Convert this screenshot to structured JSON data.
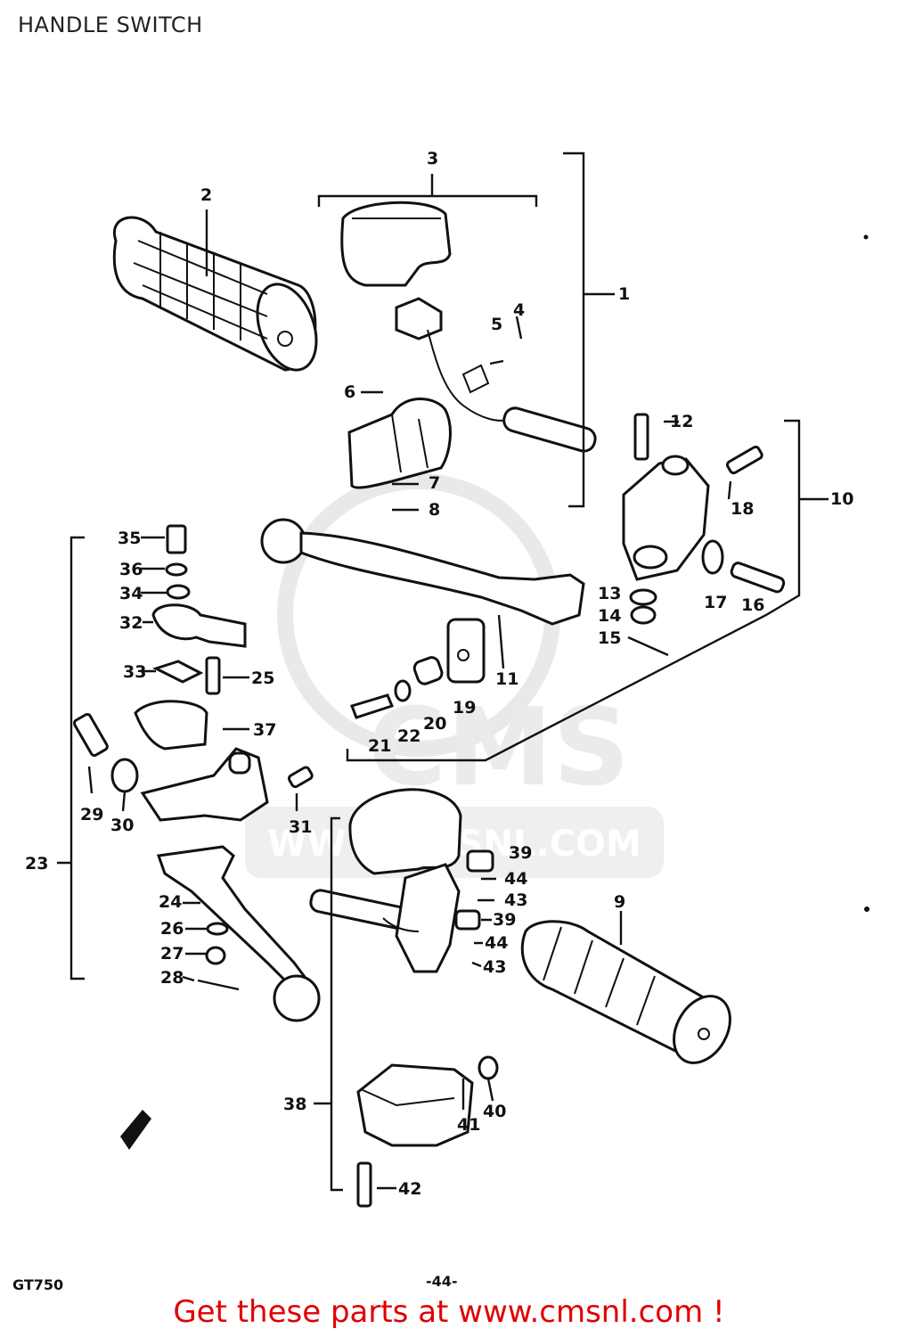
{
  "page": {
    "title": "HANDLE SWITCH",
    "model_code": "GT750",
    "page_number": "-44-",
    "cta_text": "Get these parts at www.cmsnl.com !"
  },
  "watermark": {
    "text": "CMS",
    "url_text": "WWW.CMSNL.COM"
  },
  "callouts": {
    "c1": "1",
    "c2": "2",
    "c3": "3",
    "c4": "4",
    "c5": "5",
    "c6": "6",
    "c7": "7",
    "c8": "8",
    "c9": "9",
    "c10": "10",
    "c11": "11",
    "c12": "12",
    "c13": "13",
    "c14": "14",
    "c15": "15",
    "c16": "16",
    "c17": "17",
    "c18": "18",
    "c19": "19",
    "c20": "20",
    "c21": "21",
    "c22": "22",
    "c23": "23",
    "c24": "24",
    "c25": "25",
    "c26": "26",
    "c27": "27",
    "c28": "28",
    "c29": "29",
    "c30": "30",
    "c31": "31",
    "c32": "32",
    "c33": "33",
    "c34": "34",
    "c35": "35",
    "c36": "36",
    "c37": "37",
    "c38": "38",
    "c39a": "39",
    "c39b": "39",
    "c40": "40",
    "c41": "41",
    "c42": "42",
    "c43a": "43",
    "c43b": "43",
    "c44a": "44",
    "c44b": "44"
  },
  "colors": {
    "cta": "#e00000",
    "line": "#111111",
    "watermark": "#d9d9d9"
  }
}
